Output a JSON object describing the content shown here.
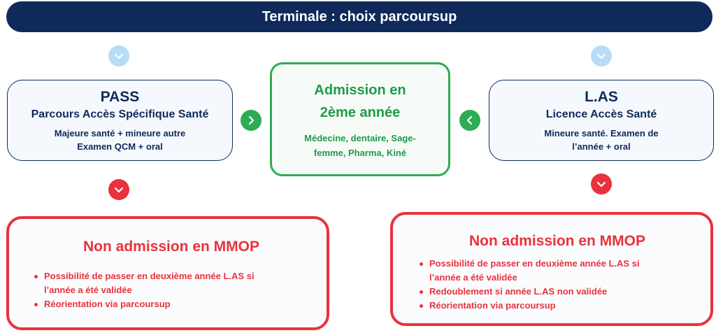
{
  "header": {
    "title": "Terminale : choix parcoursup"
  },
  "pass_box": {
    "title": "PASS",
    "subtitle": "Parcours Accès Spécifique Santé",
    "line1": "Majeure santé + mineure autre",
    "line2": "Examen QCM + oral"
  },
  "admission_box": {
    "title_line1": "Admission en",
    "title_line2": "2ème année",
    "detail_line1": "Médecine, dentaire, Sage-",
    "detail_line2": "femme, Pharma, Kiné"
  },
  "las_box": {
    "title": "L.AS",
    "subtitle": "Licence Accès Santé",
    "line1": "Mineure santé. Examen de",
    "line2": "l’année + oral"
  },
  "left_fail_box": {
    "title": "Non admission en MMOP",
    "items": [
      "Possibilité de passer en deuxième année L.AS si",
      "l’année a été validée",
      "Réorientation via parcoursup"
    ]
  },
  "right_fail_box": {
    "title": "Non admission en MMOP",
    "items": [
      "Possibilité de passer en deuxième année L.AS si",
      "l’année a été validée",
      "Redoublement si année L.AS non validée",
      "Réorientation via parcoursup"
    ]
  },
  "icons": {
    "down_light": "chevron-down-icon",
    "down_red": "chevron-down-icon",
    "right_green": "chevron-right-icon",
    "left_green": "chevron-left-icon"
  },
  "colors": {
    "navy": "#0f2a5a",
    "green": "#2eac53",
    "red": "#e9323c",
    "light_blue": "#b7dcf6"
  }
}
